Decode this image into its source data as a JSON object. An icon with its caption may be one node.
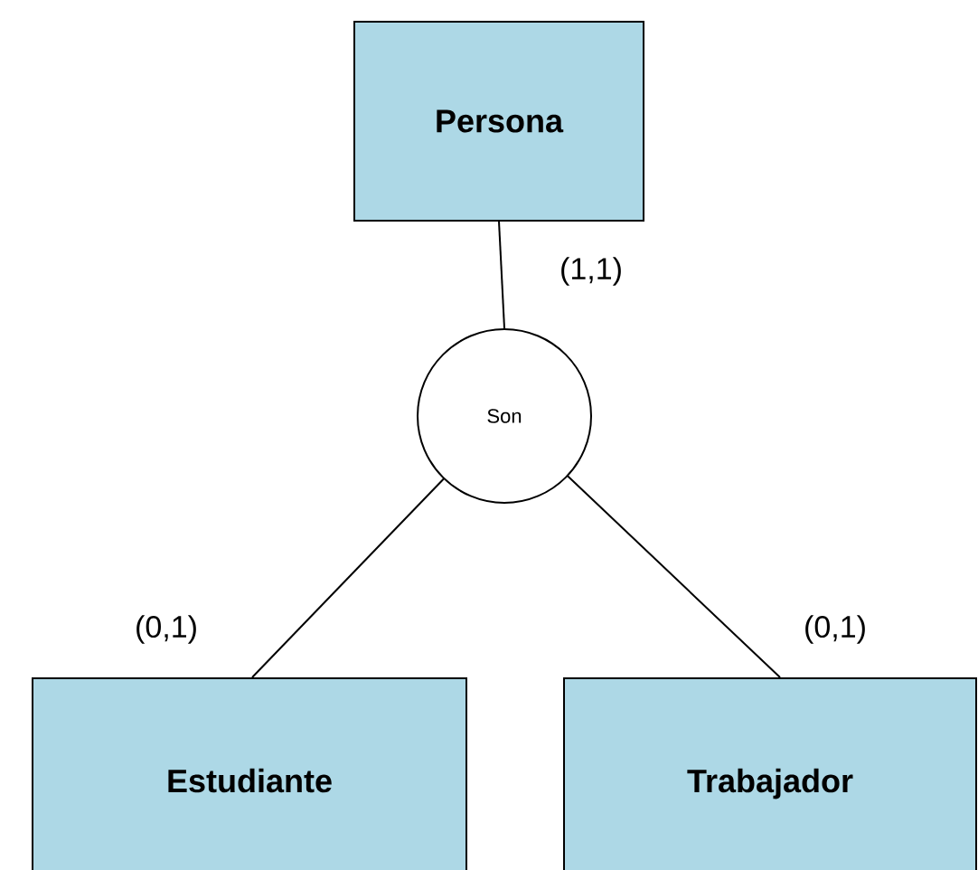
{
  "diagram": {
    "nodes": [
      {
        "text": [
          "Persona"
        ]
      },
      {
        "text": [
          "Son"
        ]
      },
      {
        "text": [
          "Estudiante"
        ]
      },
      {
        "text": [
          "Trabajador"
        ]
      }
    ],
    "edges": [
      {
        "from": 0,
        "to": 1,
        "arrow": "none",
        "label": "(1,1)"
      },
      {
        "from": 1,
        "to": 2,
        "arrow": "none",
        "label": "(0,1)"
      },
      {
        "from": 1,
        "to": 3,
        "arrow": "none",
        "label": "(0,1)"
      }
    ]
  }
}
